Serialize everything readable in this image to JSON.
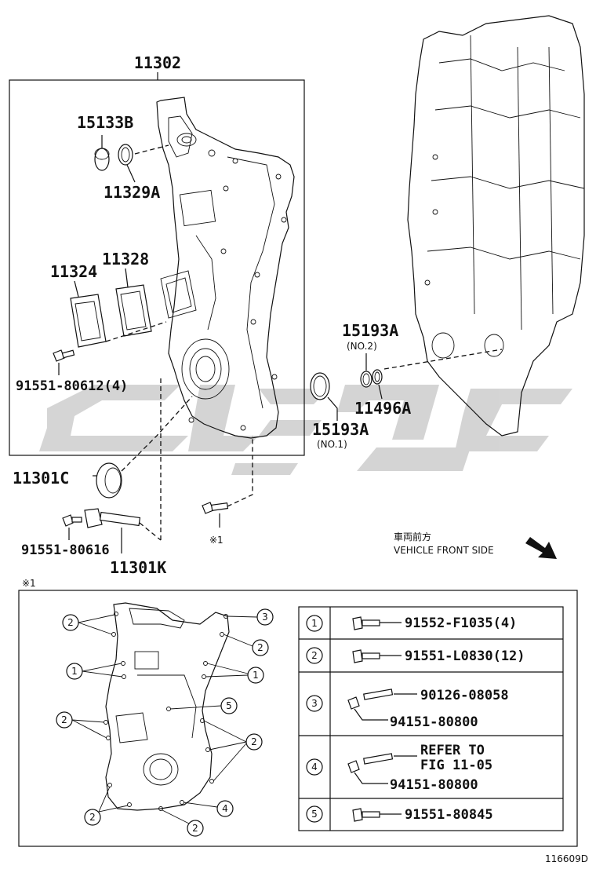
{
  "labels": {
    "main_assembly": "11302",
    "p15133b": "15133B",
    "p11329a": "11329A",
    "p11324": "11324",
    "p11328": "11328",
    "p91551_80612": "91551-80612(4)",
    "p15193a_no2": "15193A",
    "no2": "(NO.2)",
    "p11496a": "11496A",
    "p15193a_no1": "15193A",
    "no1": "(NO.1)",
    "p11301c": "11301C",
    "p91551_80616": "91551-80616",
    "p11301k": "11301K",
    "ref_mark": "※1",
    "detail_mark": "※1",
    "vehicle_front_jp": "車両前方",
    "vehicle_front_en": "VEHICLE FRONT SIDE",
    "figure_id": "116609D"
  },
  "bolt_table": [
    {
      "key": "1",
      "parts": [
        "91552-F1035(4)"
      ]
    },
    {
      "key": "2",
      "parts": [
        "91551-L0830(12)"
      ]
    },
    {
      "key": "3",
      "parts": [
        "90126-08058",
        "94151-80800"
      ]
    },
    {
      "key": "4",
      "parts": [
        "REFER TO",
        "FIG 11-05",
        "94151-80800"
      ]
    },
    {
      "key": "5",
      "parts": [
        "91551-80845"
      ]
    }
  ],
  "callouts": {
    "c1a": "2",
    "c1b": "3",
    "c1c": "2",
    "c1d": "1",
    "c1e": "1",
    "c1f": "5",
    "c1g": "2",
    "c1h": "2",
    "c1i": "2",
    "c1j": "4",
    "c1k": "2"
  },
  "colors": {
    "line": "#111111",
    "watermark": "#d0d0d0",
    "background": "#ffffff"
  }
}
